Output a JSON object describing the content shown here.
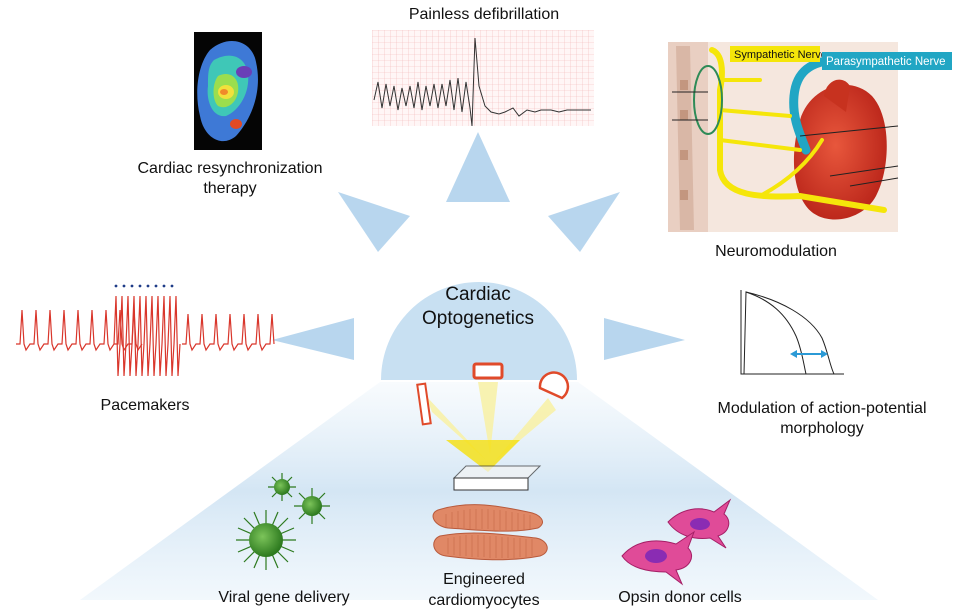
{
  "center": {
    "line1": "Cardiac",
    "line2": "Optogenetics"
  },
  "applications": {
    "painless_defibrillation": "Painless defibrillation",
    "crt_line1": "Cardiac resynchronization",
    "crt_line2": "therapy",
    "neuromodulation": "Neuromodulation",
    "pacemakers": "Pacemakers",
    "ap_line1": "Modulation of action-potential",
    "ap_line2": "morphology"
  },
  "nerves": {
    "sympathetic": "Sympathetic Nerve",
    "parasympathetic": "Parasympathetic Nerve"
  },
  "tools": {
    "viral": "Viral gene delivery",
    "engineered_line1": "Engineered",
    "engineered_line2": "cardiomyocytes",
    "opsin": "Opsin donor cells"
  },
  "colors": {
    "sun": "#c8e0f2",
    "ray": "#b8d6ee",
    "ecg_line": "#d9362b",
    "nerve_yellow": "#f5e60a",
    "nerve_blue": "#21a6c4",
    "virus": "#3c9a2c",
    "cell": "#d9358a"
  }
}
